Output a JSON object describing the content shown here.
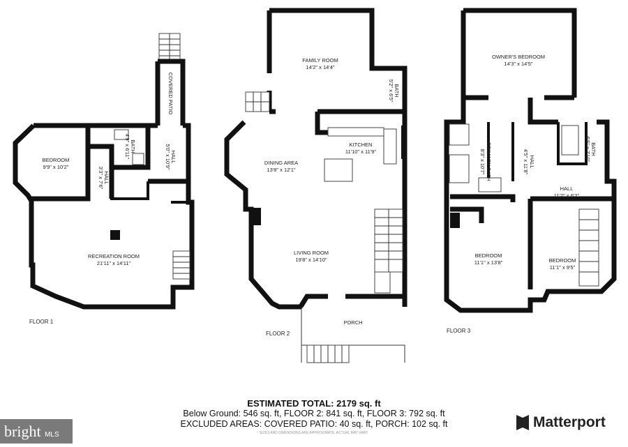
{
  "floors": [
    {
      "label": "FLOOR 1",
      "rooms": [
        {
          "name": "BEDROOM",
          "dims": "9'9\" x 10'2\""
        },
        {
          "name": "BATH",
          "dims": "4'9\" x 6'11\""
        },
        {
          "name": "HALL",
          "dims": "3'3\" x 7'6\""
        },
        {
          "name": "HALL",
          "dims": "5'0\" x 10'9\""
        },
        {
          "name": "COVERED PATIO",
          "dims": ""
        },
        {
          "name": "RECREATION ROOM",
          "dims": "21'11\" x 14'11\""
        }
      ]
    },
    {
      "label": "FLOOR 2",
      "rooms": [
        {
          "name": "FAMILY ROOM",
          "dims": "14'2\" x 14'4\""
        },
        {
          "name": "BATH",
          "dims": "5'2\" x 6'5\""
        },
        {
          "name": "KITCHEN",
          "dims": "11'10\" x 11'9\""
        },
        {
          "name": "DINING AREA",
          "dims": "13'8\" x 12'1\""
        },
        {
          "name": "LIVING ROOM",
          "dims": "19'8\" x 14'10\""
        },
        {
          "name": "PORCH",
          "dims": ""
        }
      ]
    },
    {
      "label": "FLOOR 3",
      "rooms": [
        {
          "name": "OWNER'S BEDROOM",
          "dims": "14'3\" x 14'5\""
        },
        {
          "name": "PRIMARY BATH",
          "dims": "8'3\" x 10'7\""
        },
        {
          "name": "HALL",
          "dims": "4'5\" x 11'8\""
        },
        {
          "name": "BATH",
          "dims": "6'6\" x 7'10\""
        },
        {
          "name": "HALL",
          "dims": "11'2\" x 6'2\""
        },
        {
          "name": "BEDROOM",
          "dims": "11'1\" x 13'8\""
        },
        {
          "name": "BEDROOM",
          "dims": "11'1\" x 9'5\""
        }
      ]
    }
  ],
  "summary": {
    "total": "ESTIMATED TOTAL: 2179 sq. ft",
    "areas": "Below Ground: 546 sq. ft, FLOOR 2: 841 sq. ft, FLOOR 3: 792 sq. ft",
    "excluded": "EXCLUDED AREAS: COVERED PATIO: 40 sq. ft, PORCH: 102 sq. ft",
    "disclaimer": "SIZES AND DIMENSIONS ARE APPROXIMATE, ACTUAL MAY VARY."
  },
  "logos": {
    "bright": "bright",
    "bright_sub": "MLS",
    "matterport": "Matterport"
  }
}
